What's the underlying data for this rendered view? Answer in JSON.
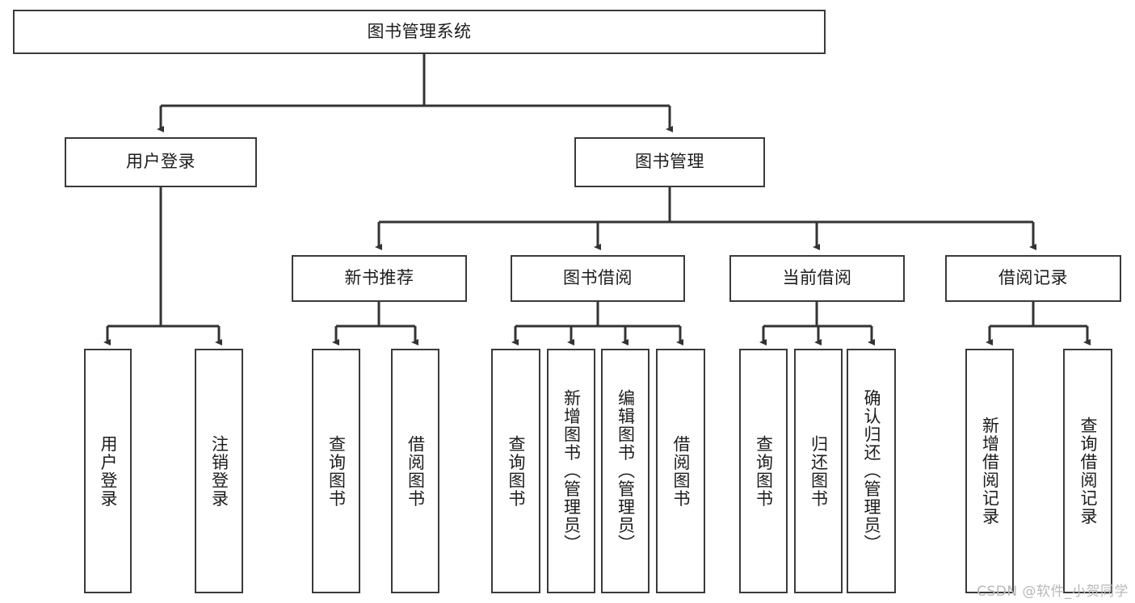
{
  "diagram": {
    "title": "图书管理系统",
    "type": "tree-hierarchy-chart",
    "colors": {
      "box_border": "#3a3a3a",
      "box_fill": "#ffffff",
      "connector": "#333333",
      "text": "#1c1c1c",
      "watermark": "#b8b8b8",
      "background": "#ffffff"
    },
    "root": {
      "label": "图书管理系统"
    },
    "level2": [
      {
        "label": "用户登录"
      },
      {
        "label": "图书管理"
      }
    ],
    "level3": [
      {
        "label": "新书推荐"
      },
      {
        "label": "图书借阅"
      },
      {
        "label": "当前借阅"
      },
      {
        "label": "借阅记录"
      }
    ],
    "leaves": {
      "user_login": [
        {
          "label": "用户登录"
        },
        {
          "label": "注销登录"
        }
      ],
      "new_book_recommend": [
        {
          "label": "查询图书"
        },
        {
          "label": "借阅图书"
        }
      ],
      "book_borrow": [
        {
          "label": "查询图书"
        },
        {
          "label": "新增图书（管理员）"
        },
        {
          "label": "编辑图书（管理员）"
        },
        {
          "label": "借阅图书"
        }
      ],
      "current_borrow": [
        {
          "label": "查询图书"
        },
        {
          "label": "归还图书"
        },
        {
          "label": "确认归还（管理员）"
        }
      ],
      "borrow_record": [
        {
          "label": "新增借阅记录"
        },
        {
          "label": "查询借阅记录"
        }
      ]
    }
  },
  "watermark": {
    "text": "CSDN @软件_小贺同学"
  }
}
